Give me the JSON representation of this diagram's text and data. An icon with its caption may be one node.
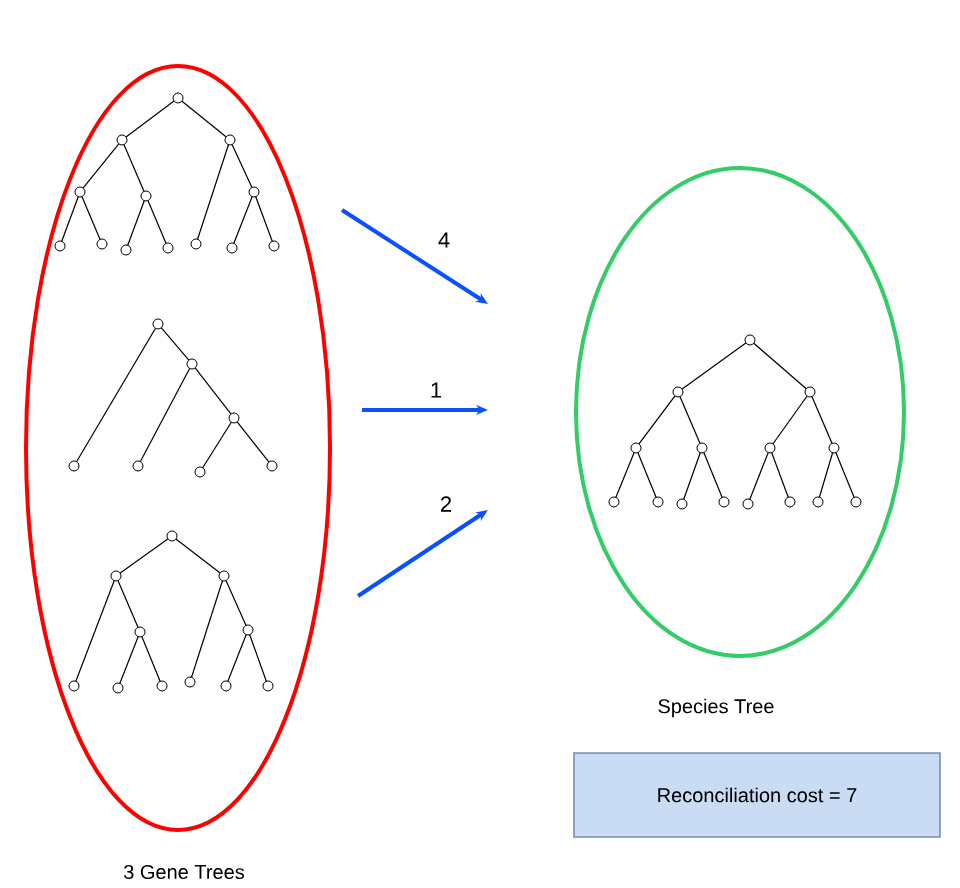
{
  "diagram": {
    "nodes": [
      {
        "text": [
          "3 Gene Trees"
        ]
      },
      {
        "text": [
          "Species Tree"
        ]
      },
      {
        "text": [
          "Reconciliation cost = 7"
        ]
      }
    ],
    "edges": [
      {
        "from": 0,
        "to": 1,
        "arrow": "to",
        "label": "4"
      },
      {
        "from": 0,
        "to": 1,
        "arrow": "to",
        "label": "1"
      },
      {
        "from": 0,
        "to": 1,
        "arrow": "to",
        "label": "2"
      }
    ]
  }
}
